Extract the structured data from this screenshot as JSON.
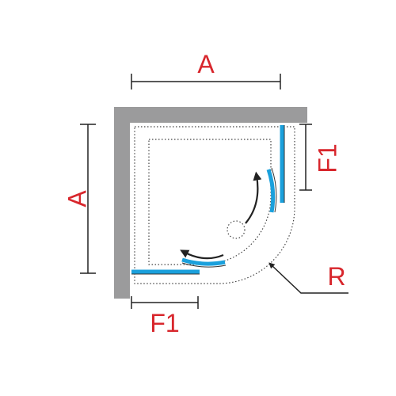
{
  "labels": {
    "top_width": "A",
    "left_depth": "A",
    "right_fixed_panel": "F1",
    "bottom_fixed_panel": "F1",
    "radius": "R"
  },
  "colors": {
    "wall": "#9b9b9c",
    "glass": "#1aa0dc",
    "label": "#d8262c",
    "line": "#222222",
    "tray_outline": "#444444"
  },
  "icons": {
    "sliding_arrow_right_door": "curved-arrow-up-icon",
    "sliding_arrow_bottom_door": "curved-arrow-left-icon",
    "drain": "drain-icon"
  }
}
